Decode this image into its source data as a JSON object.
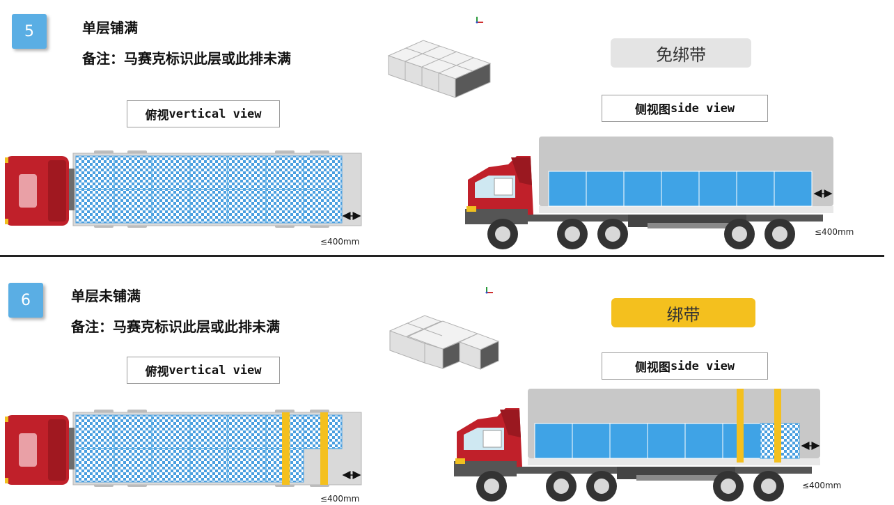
{
  "colors": {
    "badge_blue": "#5aaee4",
    "cargo_blue": "#3fa3e6",
    "truck_red": "#c0202a",
    "strap_yellow": "#f4c01e",
    "trailer_gray": "#c8c8c8",
    "label_gray": "#e4e4e4"
  },
  "section5": {
    "number": "5",
    "title": "单层铺满",
    "note": "备注：马赛克标识此层或此排未满",
    "top_view_cn": "俯视",
    "top_view_en": "vertical view",
    "side_view_cn": "侧视图",
    "side_view_en": "side view",
    "strap_label": "免绑带",
    "dim_top": "≤400mm",
    "dim_side": "≤400mm",
    "icons": [
      "pallet-block-icon",
      "axis-gizmo-icon",
      "top-view-truck-icon",
      "side-view-truck-icon"
    ]
  },
  "section6": {
    "number": "6",
    "title": "单层未铺满",
    "note": "备注：马赛克标识此层或此排未满",
    "top_view_cn": "俯视",
    "top_view_en": "vertical view",
    "side_view_cn": "侧视图",
    "side_view_en": "side view",
    "strap_label": "绑带",
    "dim_top": "≤400mm",
    "dim_side": "≤400mm",
    "icons": [
      "pallet-block-icon",
      "axis-gizmo-icon",
      "top-view-truck-icon",
      "side-view-truck-icon"
    ]
  }
}
